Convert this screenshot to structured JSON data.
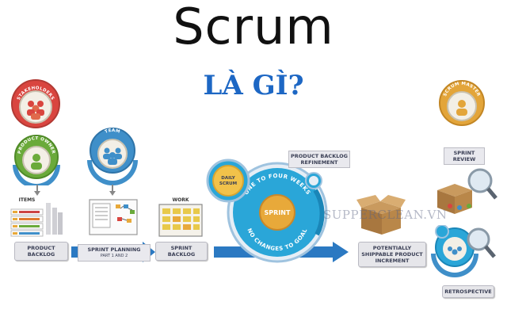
{
  "title": "Scrum",
  "subtitle": "LÀ GÌ?",
  "roles": {
    "stakeholders": "STAKEHOLDERS",
    "product_owner": "PRODUCT OWNER",
    "team": "TEAM",
    "scrum_master": "SCRUM MASTER"
  },
  "artifacts": {
    "items": "ITEMS",
    "work": "WORK",
    "product_backlog": "PRODUCT BACKLOG",
    "sprint_planning": "SPRINT PLANNING",
    "sprint_planning_parts": "PART 1 AND 2",
    "sprint_backlog": "SPRINT BACKLOG",
    "daily_scrum": "DAILY SCRUM",
    "sprint": "SPRINT",
    "one_to_four_weeks": "ONE TO FOUR WEEKS",
    "no_changes_to_goal": "NO CHANGES TO GOAL",
    "product_backlog_refinement": "PRODUCT BACKLOG REFINEMENT",
    "potentially_shippable": "POTENTIALLY SHIPPABLE PRODUCT INCREMENT",
    "sprint_review": "SPRINT REVIEW",
    "retrospective": "RETROSPECTIVE"
  },
  "watermark": "SUPPERCLEAN.VN",
  "colors": {
    "title": "#111111",
    "subtitle": "#1d67c4",
    "stakeholders": "#d9453f",
    "product_owner": "#6aaa3a",
    "team": "#3f8fc9",
    "scrum_master": "#e3a53a",
    "sprint_ring": "#2aa6d8",
    "sprint_core": "#e8a93a"
  }
}
